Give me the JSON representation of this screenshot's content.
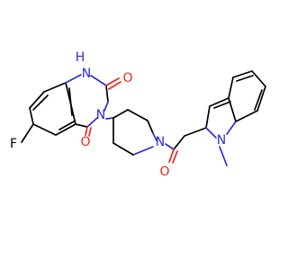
{
  "colors": {
    "carbon_bond": "#000000",
    "oxygen": "#e8261b",
    "nitrogen": "#2a2ed4",
    "background": "#ffffff"
  },
  "atoms": {
    "fluorine": "F",
    "oxygen_top": "O",
    "oxygen_bottom": "O",
    "oxygen_amide": "O",
    "nh_amide": "H",
    "n_quinazoline_top": "N",
    "n_quinazoline_mid": "N",
    "n_piperidine": "N",
    "n_indole": "N"
  }
}
